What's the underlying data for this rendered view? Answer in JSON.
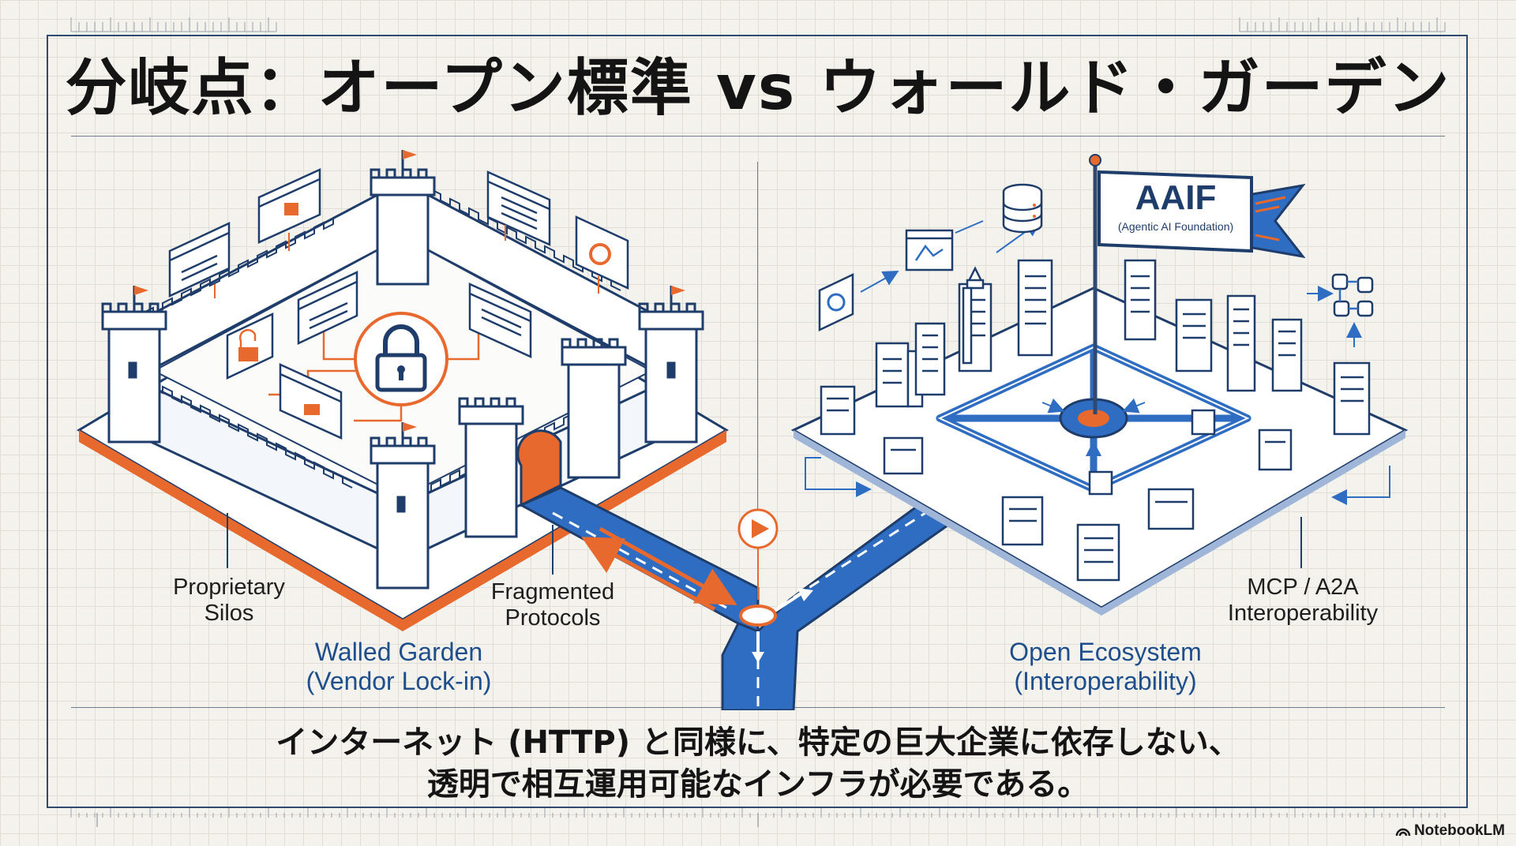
{
  "title": "分岐点：オープン標準 vs ウォールド・ガーデン",
  "left": {
    "label_silos": "Proprietary\nSilos",
    "label_protocols": "Fragmented\nProtocols",
    "heading": "Walled Garden\n(Vendor Lock-in)"
  },
  "right": {
    "flag_title": "AAIF",
    "flag_subtitle": "(Agentic AI Foundation)",
    "label_interop": "MCP / A2A\nInteroperability",
    "heading": "Open Ecosystem\n(Interoperability)"
  },
  "caption": {
    "line1": "インターネット (HTTP) と同様に、特定の巨大企業に依存しない、",
    "line2": "透明で相互運用可能なインフラが必要である。"
  },
  "brand": "NotebookLM",
  "colors": {
    "accent_orange": "#e8692e",
    "accent_blue": "#2e6dc2",
    "navy": "#1f3d6b",
    "line": "#2f4a6e"
  }
}
